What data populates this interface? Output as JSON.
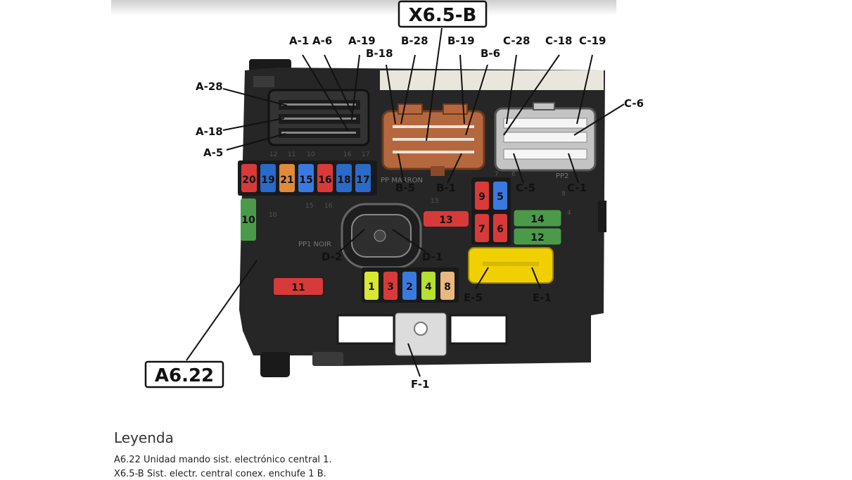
{
  "box_labels": {
    "main": "A6.22",
    "connector": "X6.5-B"
  },
  "pin_labels": [
    {
      "id": "a1",
      "text": "A-1"
    },
    {
      "id": "a6",
      "text": "A-6"
    },
    {
      "id": "a19",
      "text": "A-19"
    },
    {
      "id": "b28",
      "text": "B-28"
    },
    {
      "id": "b19",
      "text": "B-19"
    },
    {
      "id": "b18",
      "text": "B-18"
    },
    {
      "id": "b6",
      "text": "B-6"
    },
    {
      "id": "c28",
      "text": "C-28"
    },
    {
      "id": "c18",
      "text": "C-18"
    },
    {
      "id": "c19",
      "text": "C-19"
    },
    {
      "id": "c6",
      "text": "C-6"
    },
    {
      "id": "a28",
      "text": "A-28"
    },
    {
      "id": "a18",
      "text": "A-18"
    },
    {
      "id": "a5",
      "text": "A-5"
    },
    {
      "id": "b5",
      "text": "B-5"
    },
    {
      "id": "b1",
      "text": "B-1"
    },
    {
      "id": "c5",
      "text": "C-5"
    },
    {
      "id": "c1",
      "text": "C-1"
    },
    {
      "id": "d2",
      "text": "D-2"
    },
    {
      "id": "d1",
      "text": "D-1"
    },
    {
      "id": "e5",
      "text": "E-5"
    },
    {
      "id": "e1",
      "text": "E-1"
    },
    {
      "id": "f1",
      "text": "F-1"
    }
  ],
  "fuses_top": [
    {
      "num": "20",
      "color": "#d83a3a"
    },
    {
      "num": "19",
      "color": "#2a6ac8"
    },
    {
      "num": "21",
      "color": "#e08a3a"
    },
    {
      "num": "15",
      "color": "#3a7ae0"
    },
    {
      "num": "16",
      "color": "#d83a3a"
    },
    {
      "num": "18",
      "color": "#2a6ac8"
    },
    {
      "num": "17",
      "color": "#2a6ac8"
    }
  ],
  "fuses_bottom": [
    {
      "num": "1",
      "color": "#d8e830"
    },
    {
      "num": "3",
      "color": "#d83a3a"
    },
    {
      "num": "2",
      "color": "#3a7ae0"
    },
    {
      "num": "4",
      "color": "#b8e030"
    },
    {
      "num": "8",
      "color": "#e8b880"
    }
  ],
  "fuses_other": [
    {
      "num": "10",
      "color": "#4a9a4a"
    },
    {
      "num": "11",
      "color": "#d83a3a"
    },
    {
      "num": "13",
      "color": "#d83a3a"
    },
    {
      "num": "9",
      "color": "#d83a3a"
    },
    {
      "num": "5",
      "color": "#3a7ae0"
    },
    {
      "num": "7",
      "color": "#d83a3a"
    },
    {
      "num": "6",
      "color": "#d83a3a"
    },
    {
      "num": "14",
      "color": "#4a9a4a"
    },
    {
      "num": "12",
      "color": "#4a9a4a"
    }
  ],
  "connector_b_text": "PP MARRON",
  "connector_d_text": "PP1 NOIR",
  "connector_c_text": "PP2",
  "pin_numbers": [
    "12",
    "11",
    "10",
    "16",
    "17",
    "10",
    "15",
    "16",
    "13",
    "4",
    "7",
    "6",
    "8"
  ],
  "legend": {
    "title": "Leyenda",
    "items": [
      "A6.22 Unidad mando sist. electrónico central 1.",
      "X6.5-B Sist. electr. central conex. enchufe 1 B."
    ]
  },
  "colors": {
    "housing": "#262626",
    "connector_brown": "#b5683e",
    "connector_grey": "#c4c4c4",
    "relay_yellow": "#f0d000"
  }
}
